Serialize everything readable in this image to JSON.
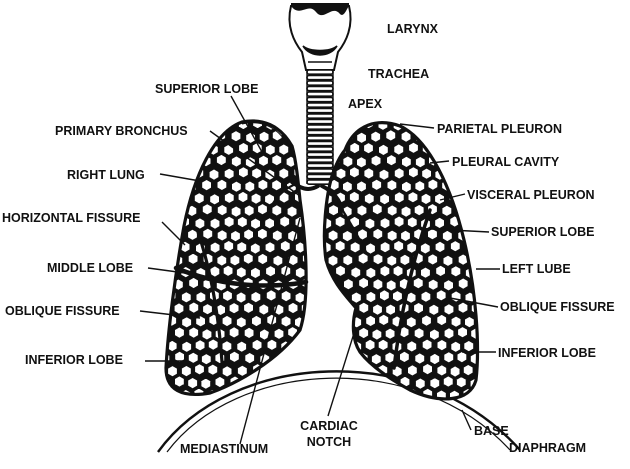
{
  "colors": {
    "ink": "#111111",
    "paper": "#ffffff"
  },
  "labels": {
    "larynx": "LARYNX",
    "trachea": "TRACHEA",
    "apex": "APEX",
    "superior_lobe_right": "SUPERIOR LOBE",
    "primary_bronchus": "PRIMARY BRONCHUS",
    "right_lung": "RIGHT LUNG",
    "horizontal_fissure": "HORIZONTAL FISSURE",
    "middle_lobe": "MIDDLE LOBE",
    "oblique_fissure_right": "OBLIQUE FISSURE",
    "inferior_lobe_right": "INFERIOR LOBE",
    "parietal_pleuron": "PARIETAL PLEURON",
    "pleural_cavity": "PLEURAL CAVITY",
    "visceral_pleuron": "VISCERAL PLEURON",
    "superior_lobe_left": "SUPERIOR LOBE",
    "left_lube": "LEFT LUBE",
    "oblique_fissure_left": "OBLIQUE FISSURE",
    "inferior_lobe_left": "INFERIOR LOBE",
    "mediastinum": "MEDIASTINUM",
    "cardiac_notch_line1": "CARDIAC",
    "cardiac_notch_line2": "NOTCH",
    "base": "BASE",
    "diaphragm": "DIAPHRAGM"
  }
}
